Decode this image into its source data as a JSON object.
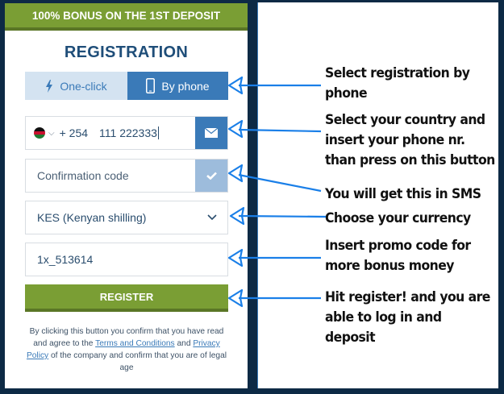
{
  "form": {
    "banner": "100% BONUS ON THE 1ST DEPOSIT",
    "title": "REGISTRATION",
    "tabs": [
      {
        "label": "One-click",
        "icon": "lightning-icon",
        "active": false
      },
      {
        "label": "By phone",
        "icon": "smartphone-icon",
        "active": true
      }
    ],
    "phone": {
      "country_flag": "kenya-flag-icon",
      "country_code": "+ 254",
      "number": "111 222333",
      "send_button_icon": "envelope-icon"
    },
    "confirmation": {
      "placeholder": "Confirmation code",
      "confirm_button_icon": "checkmark-icon"
    },
    "currency": {
      "selected": "KES (Kenyan shilling)"
    },
    "promo_code": {
      "value": "1x_513614"
    },
    "register_label": "REGISTER",
    "disclaimer": {
      "part1": "By clicking this button you confirm that you have read and agree to the ",
      "terms_link": "Terms and Conditions",
      "part2": " and ",
      "privacy_link": "Privacy Policy",
      "part3": " of the company and confirm that you are of legal age"
    }
  },
  "colors": {
    "background": "#0d2a45",
    "green": "#7a9e34",
    "green_dark": "#5a7626",
    "blue": "#3a7ab8",
    "blue_light": "#d4e3f1",
    "title_blue": "#1f4e79",
    "arrow": "#1a7fe8"
  },
  "annotations": [
    {
      "text_lines": [
        "Select registration by",
        "phone"
      ],
      "target": "by-phone-tab"
    },
    {
      "text_lines": [
        "Select your country and",
        "insert your phone nr.",
        "than press on this button"
      ],
      "target": "send-sms-button"
    },
    {
      "text_lines": [
        "You will get this in SMS"
      ],
      "target": "confirmation-code-field"
    },
    {
      "text_lines": [
        "Choose your currency"
      ],
      "target": "currency-select"
    },
    {
      "text_lines": [
        "Insert promo code for",
        "more bonus money"
      ],
      "target": "promo-code-field"
    },
    {
      "text_lines": [
        "Hit register! and you are",
        "able to log in and",
        "deposit"
      ],
      "target": "register-button"
    }
  ]
}
